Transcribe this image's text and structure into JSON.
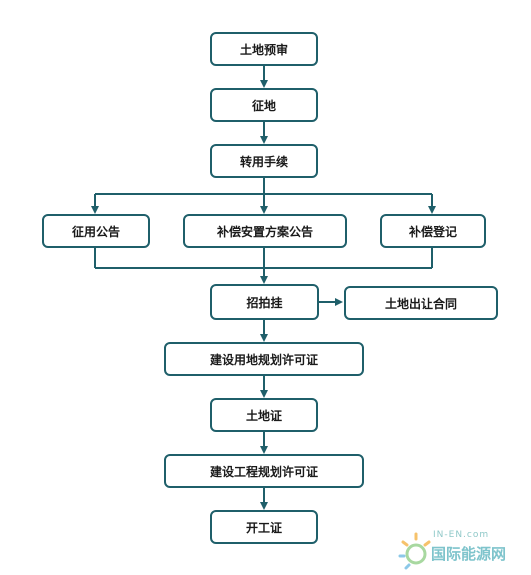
{
  "nodes": {
    "land_preview": "土地预审",
    "expropriation": "征地",
    "conversion_procedure": "转用手续",
    "expropriation_notice": "征用公告",
    "compensation_plan_notice": "补偿安置方案公告",
    "compensation_registration": "补偿登记",
    "auction_listing": "招拍挂",
    "land_transfer_contract": "土地出让合同",
    "land_use_planning_permit": "建设用地规划许可证",
    "land_certificate": "土地证",
    "construction_planning_permit": "建设工程规划许可证",
    "construction_permit": "开工证"
  },
  "watermark": {
    "domain": "IN-EN.com",
    "name": "国际能源网"
  },
  "colors": {
    "line": "#1f5f6a",
    "border": "#1f5f6a"
  }
}
